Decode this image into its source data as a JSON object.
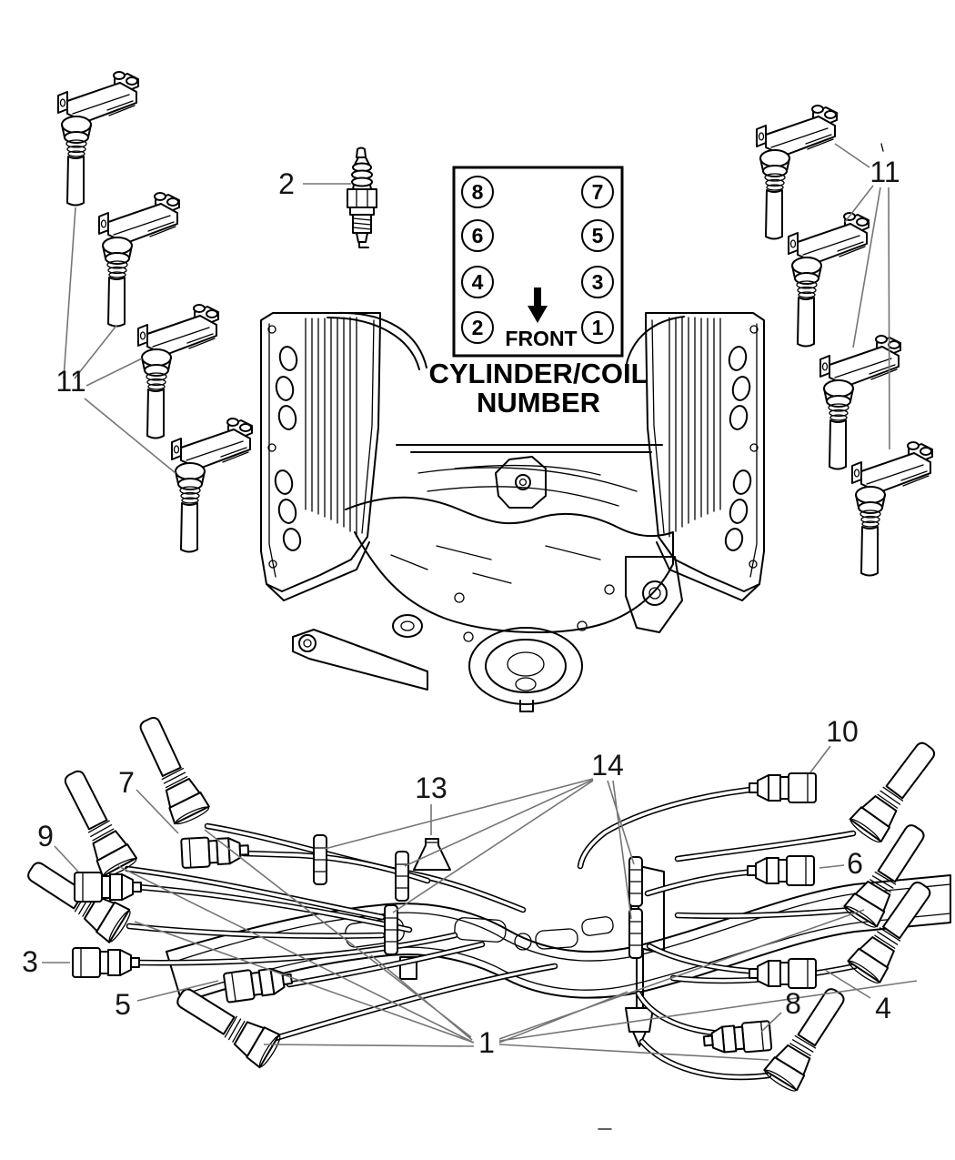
{
  "figure": {
    "background": "#ffffff",
    "line_color": "#000000",
    "leader_color": "#757575"
  },
  "diagram_box": {
    "cylinders": [
      "8",
      "7",
      "6",
      "5",
      "4",
      "3",
      "2",
      "1"
    ],
    "front_label": "FRONT",
    "title_line1": "CYLINDER/COIL",
    "title_line2": "NUMBER"
  },
  "callouts": {
    "wire_set": "1",
    "spark_plug": "2",
    "wire_3": "3",
    "wire_4": "4",
    "wire_5": "5",
    "wire_6": "6",
    "wire_7": "7",
    "wire_8": "8",
    "wire_9": "9",
    "wire_10": "10",
    "coils_left": "11",
    "coils_right": "11",
    "grommet_13": "13",
    "clips_14": "14"
  }
}
